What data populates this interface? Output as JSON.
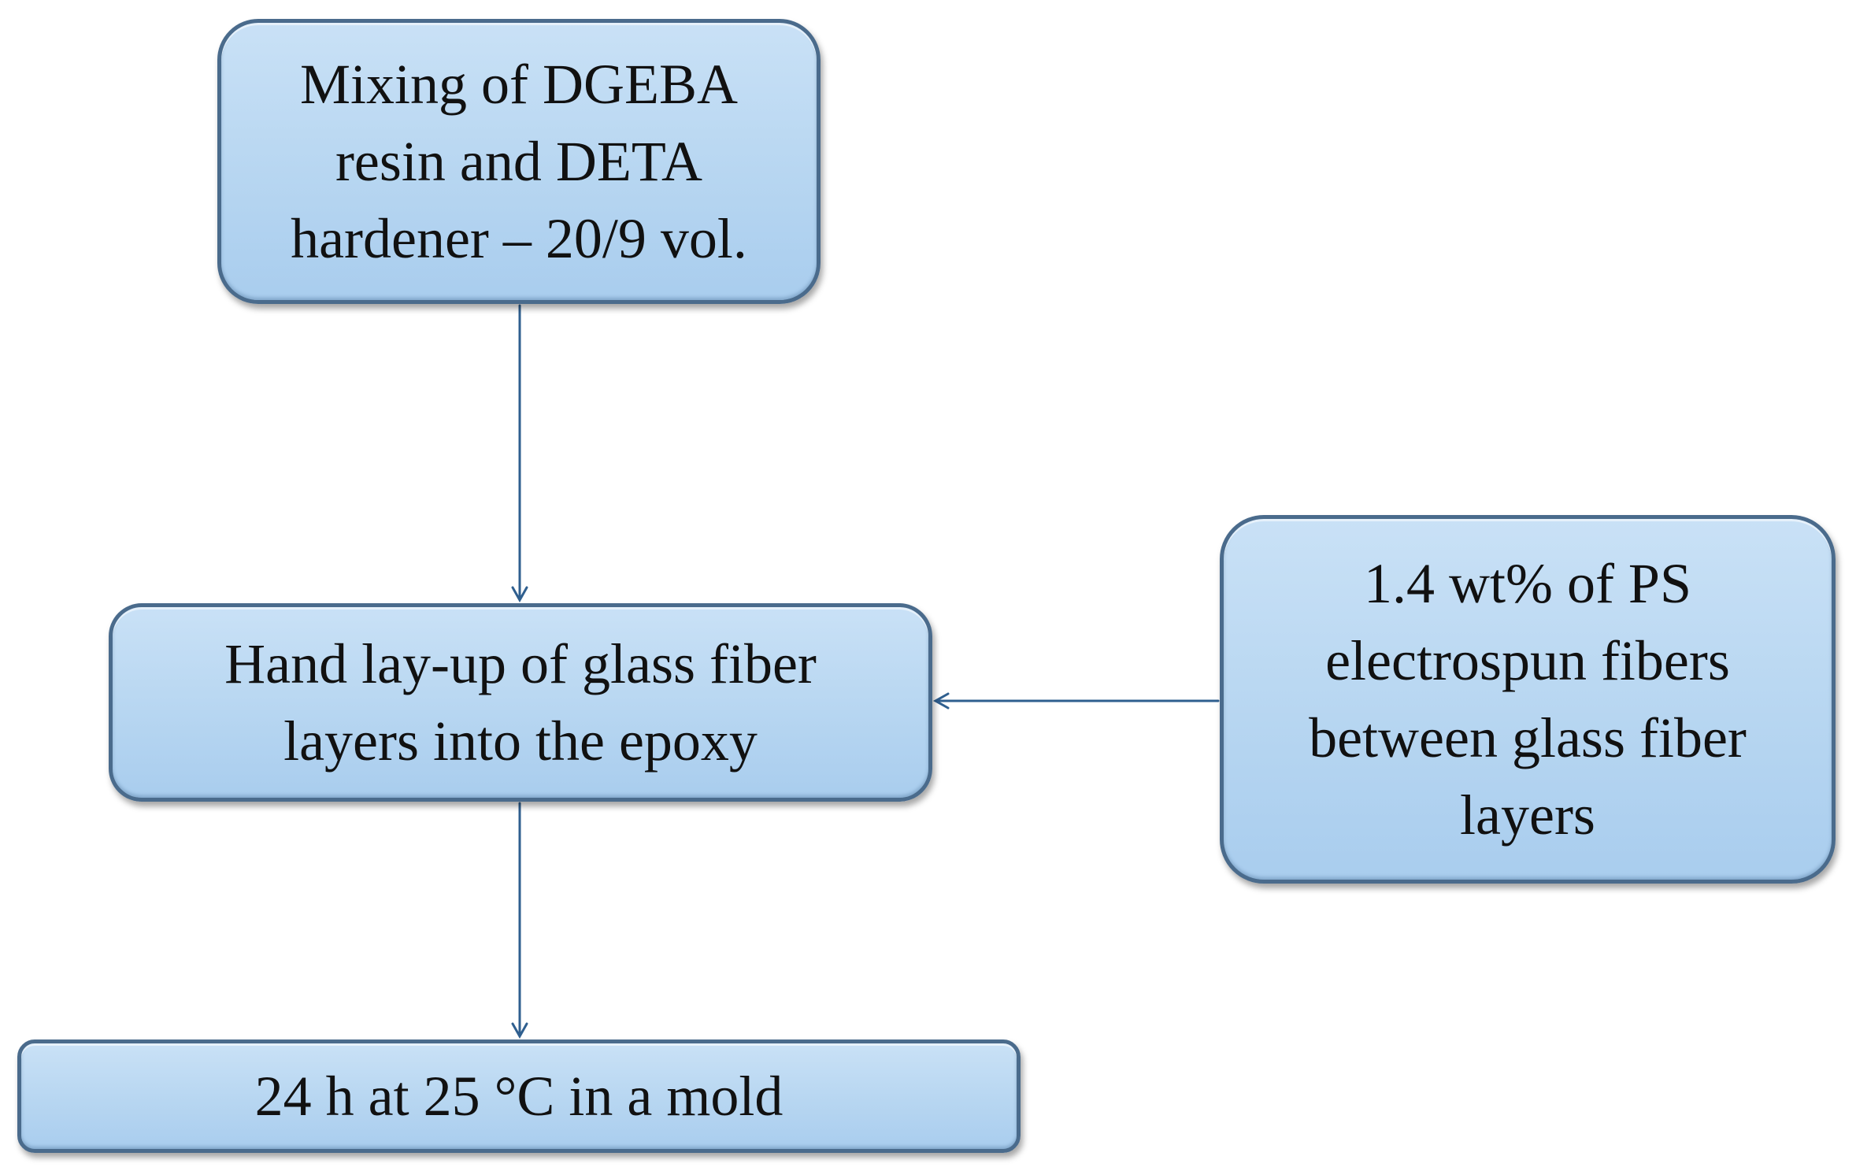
{
  "diagram": {
    "nodes": [
      {
        "id": "mixing",
        "text": "Mixing of DGEBA\nresin and DETA\nhardener – 20/9 vol."
      },
      {
        "id": "handlayup",
        "text": "Hand lay-up of glass fiber\nlayers into the epoxy"
      },
      {
        "id": "ps",
        "text": "1.4 wt% of PS\nelectrospun fibers\nbetween glass fiber\nlayers"
      },
      {
        "id": "cure",
        "text": "24 h at 25 °C in a mold"
      }
    ],
    "edges": [
      {
        "from": "mixing",
        "to": "handlayup"
      },
      {
        "from": "ps",
        "to": "handlayup"
      },
      {
        "from": "handlayup",
        "to": "cure"
      }
    ],
    "colors": {
      "box_fill": "#b7d6f1",
      "box_border": "#4a6b8c",
      "arrow": "#2f5f8f"
    }
  }
}
